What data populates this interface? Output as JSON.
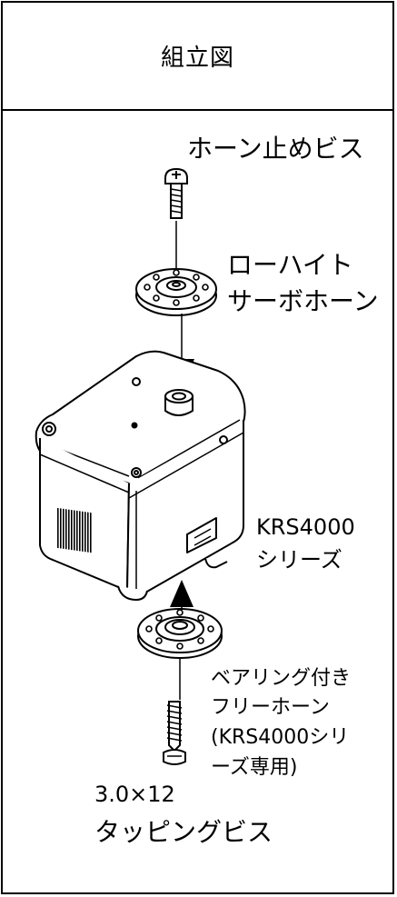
{
  "header": {
    "title": "組立図"
  },
  "labels": {
    "horn_screw": "ホーン止めビス",
    "low_height_horn_1": "ローハイト",
    "low_height_horn_2": "サーボホーン",
    "servo_1": "KRS4000",
    "servo_2": "シリーズ",
    "bearing_horn_1": "ベアリング付き",
    "bearing_horn_2": "フリーホーン",
    "bearing_horn_3": "(KRS4000シリ",
    "bearing_horn_4": "ーズ専用)",
    "tapping_1": "3.0×12",
    "tapping_2": "タッピングビス"
  }
}
